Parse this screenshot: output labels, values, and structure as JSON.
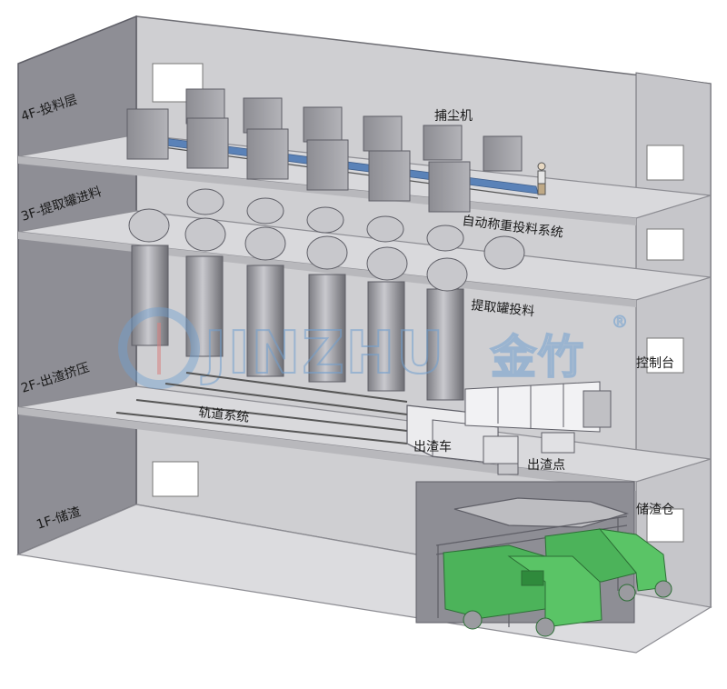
{
  "floors": [
    {
      "id": "4f",
      "label": "4F-投料层"
    },
    {
      "id": "3f",
      "label": "3F-提取罐进料"
    },
    {
      "id": "2f",
      "label": "2F-出渣挤压"
    },
    {
      "id": "1f",
      "label": "1F-储渣"
    }
  ],
  "equipment_labels": {
    "dust_collector": "捕尘机",
    "auto_weighing": "自动称重投料系统",
    "tank_feeding": "提取罐投料",
    "control_desk": "控制台",
    "rail_system": "轨道系统",
    "slag_cart": "出渣车",
    "slag_point": "出渣点",
    "slag_bin": "储渣仓"
  },
  "watermark": {
    "brand": "JINZHU",
    "brand_cn": "金竹",
    "registered": "®"
  },
  "colors": {
    "wall": "#8e8e95",
    "wall_dark": "#767680",
    "slab": "#d6d6d8",
    "slab_edge": "#b8b8bc",
    "equipment": "#a9a9ae",
    "tank": "#b5b5ba",
    "conveyor": "#5a82b8",
    "truck": "#4cb35a",
    "watermark": "#6f9fd0"
  }
}
